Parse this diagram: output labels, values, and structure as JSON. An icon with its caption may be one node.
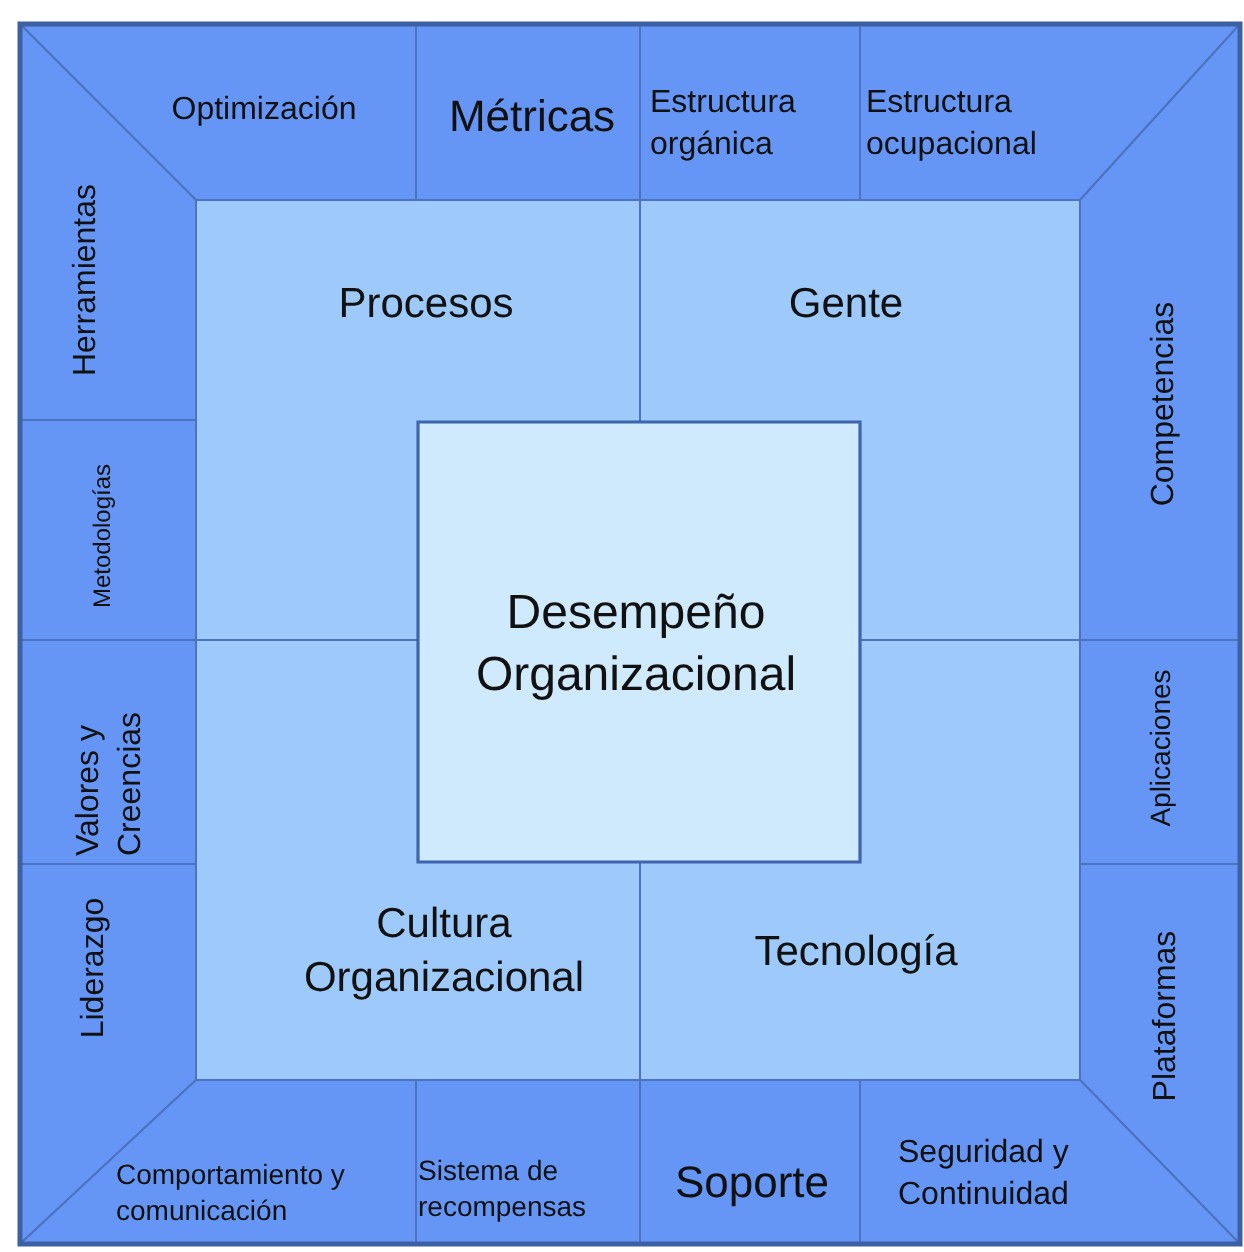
{
  "diagram": {
    "nodes": [
      {
        "text": [
          "Optimización"
        ]
      },
      {
        "text": [
          "Métricas"
        ]
      },
      {
        "text": [
          "Estructura orgánica"
        ]
      },
      {
        "text": [
          "Estructura ocupacional"
        ]
      },
      {
        "text": [
          "Herramientas"
        ]
      },
      {
        "text": [
          "Metodologías"
        ]
      },
      {
        "text": [
          "Valores y Creencias"
        ]
      },
      {
        "text": [
          "Liderazgo"
        ]
      },
      {
        "text": [
          "Competencias"
        ]
      },
      {
        "text": [
          "Aplicaciones"
        ]
      },
      {
        "text": [
          "Plataformas"
        ]
      },
      {
        "text": [
          "Comportamiento y comunicación"
        ]
      },
      {
        "text": [
          "Sistema de recompensas"
        ]
      },
      {
        "text": [
          "Soporte"
        ]
      },
      {
        "text": [
          "Seguridad y Continuidad"
        ]
      },
      {
        "text": [
          "Procesos"
        ]
      },
      {
        "text": [
          "Gente"
        ]
      },
      {
        "text": [
          "Cultura Organizacional"
        ]
      },
      {
        "text": [
          "Tecnología"
        ]
      },
      {
        "text": [
          "Desempeño Organizacional"
        ]
      }
    ]
  }
}
